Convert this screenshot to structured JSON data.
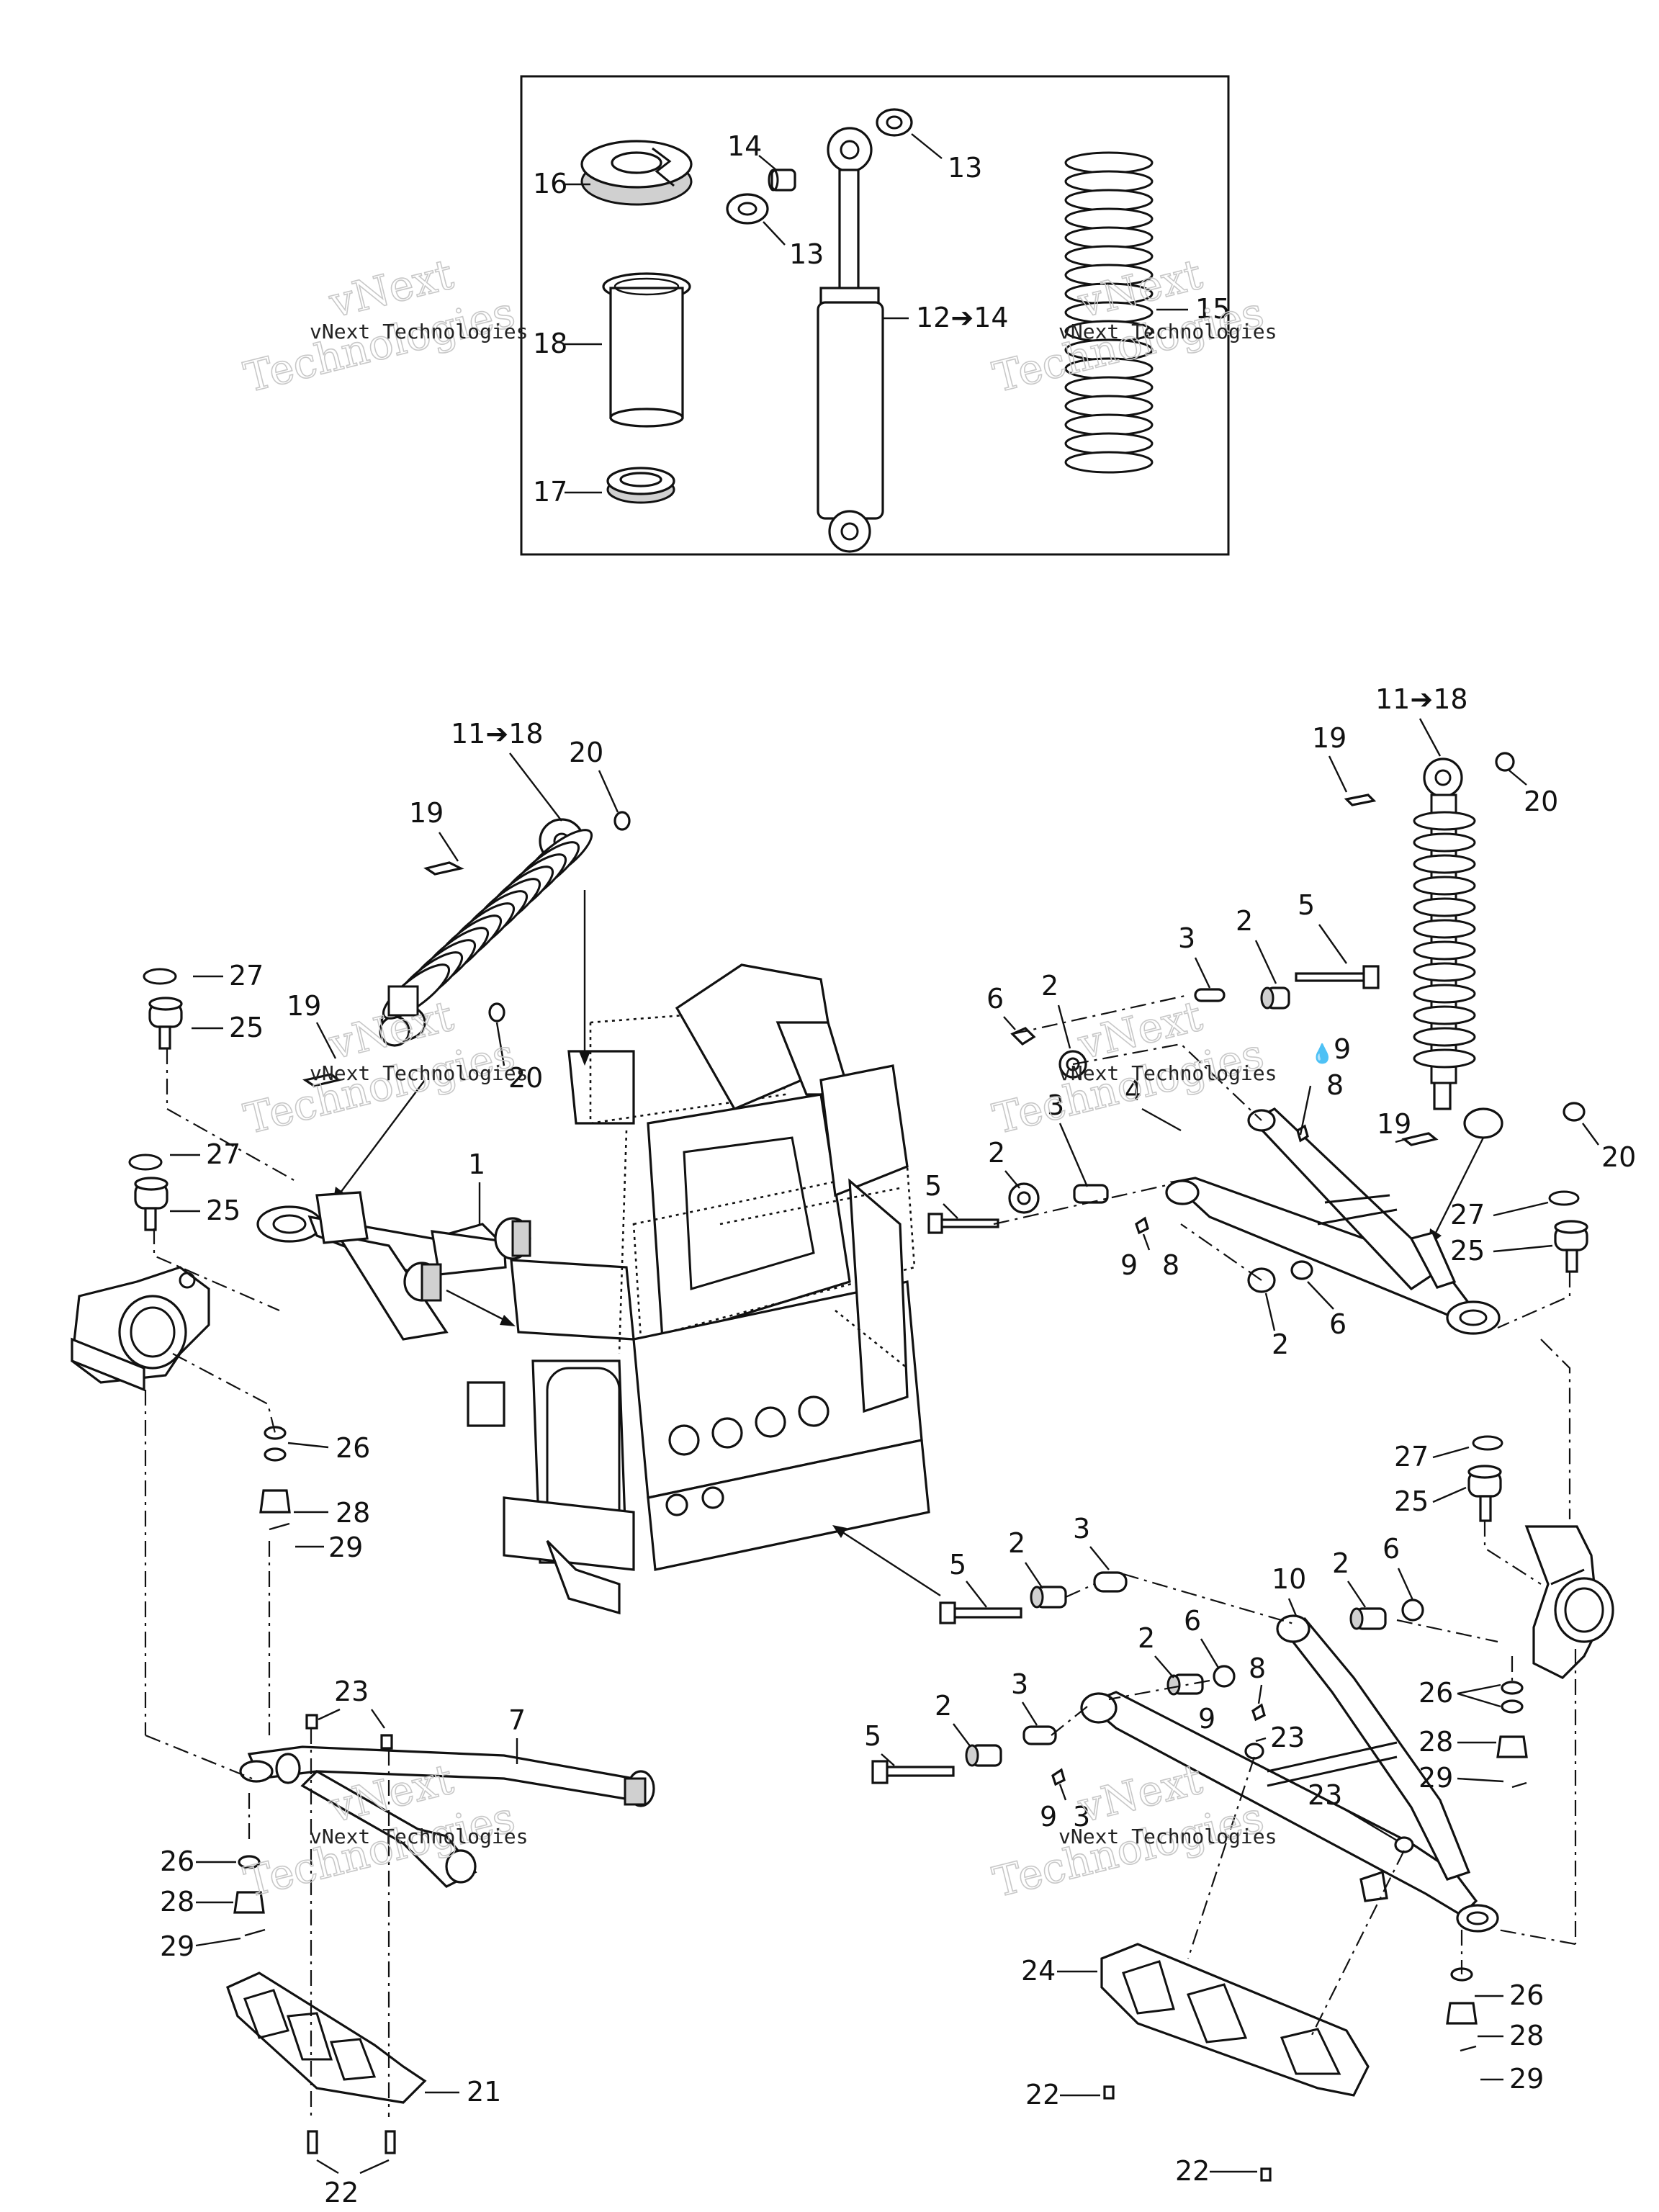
{
  "watermark": {
    "line1": "vNext",
    "line2": "vNext Technologies",
    "line3": "Technologies"
  },
  "symbols": {
    "arrow": "➔",
    "grease": "💧"
  },
  "callouts": {
    "inset": {
      "c16": "16",
      "c18": "18",
      "c17": "17",
      "c14": "14",
      "c13a": "13",
      "c13b": "13",
      "c12_14": "12➔14",
      "c15": "15"
    },
    "left": {
      "c11_18": "11➔18",
      "c20a": "20",
      "c19a": "19",
      "c27a": "27",
      "c25a": "25",
      "c19b": "19",
      "c20b": "20",
      "c27b": "27",
      "c25b": "25",
      "c1": "1",
      "c26a": "26",
      "c28a": "28",
      "c29a": "29",
      "c23a": "23",
      "c7": "7",
      "c26b": "26",
      "c28b": "28",
      "c29b": "29",
      "c21": "21",
      "c22a": "22"
    },
    "right_upper": {
      "c11_18": "11➔18",
      "c19a": "19",
      "c20a": "20",
      "c5a": "5",
      "c3a": "3",
      "c2a": "2",
      "c6a": "6",
      "c2b": "2",
      "c9a": "9",
      "c8a": "8",
      "c4": "4",
      "c3b": "3",
      "c19b": "19",
      "c20b": "20",
      "c5b": "5",
      "c2c": "2",
      "c9b": "9",
      "c8b": "8",
      "c27": "27",
      "c25": "25",
      "c2d": "2",
      "c6b": "6"
    },
    "right_lower": {
      "c27": "27",
      "c25": "25",
      "c3a": "3",
      "c5a": "5",
      "c2a": "2",
      "c6a": "6",
      "c10": "10",
      "c2b": "2",
      "c2c": "2",
      "c6b": "6",
      "c8": "8",
      "c3b": "3",
      "c2d": "2",
      "c9a": "9",
      "c5b": "5",
      "c23a": "23",
      "c26a": "26",
      "c28a": "28",
      "c23b": "23",
      "c29a": "29",
      "c9b": "9",
      "c3c": "3",
      "c24": "24",
      "c26b": "26",
      "c28b": "28",
      "c29b": "29",
      "c22a": "22",
      "c22b": "22"
    }
  }
}
